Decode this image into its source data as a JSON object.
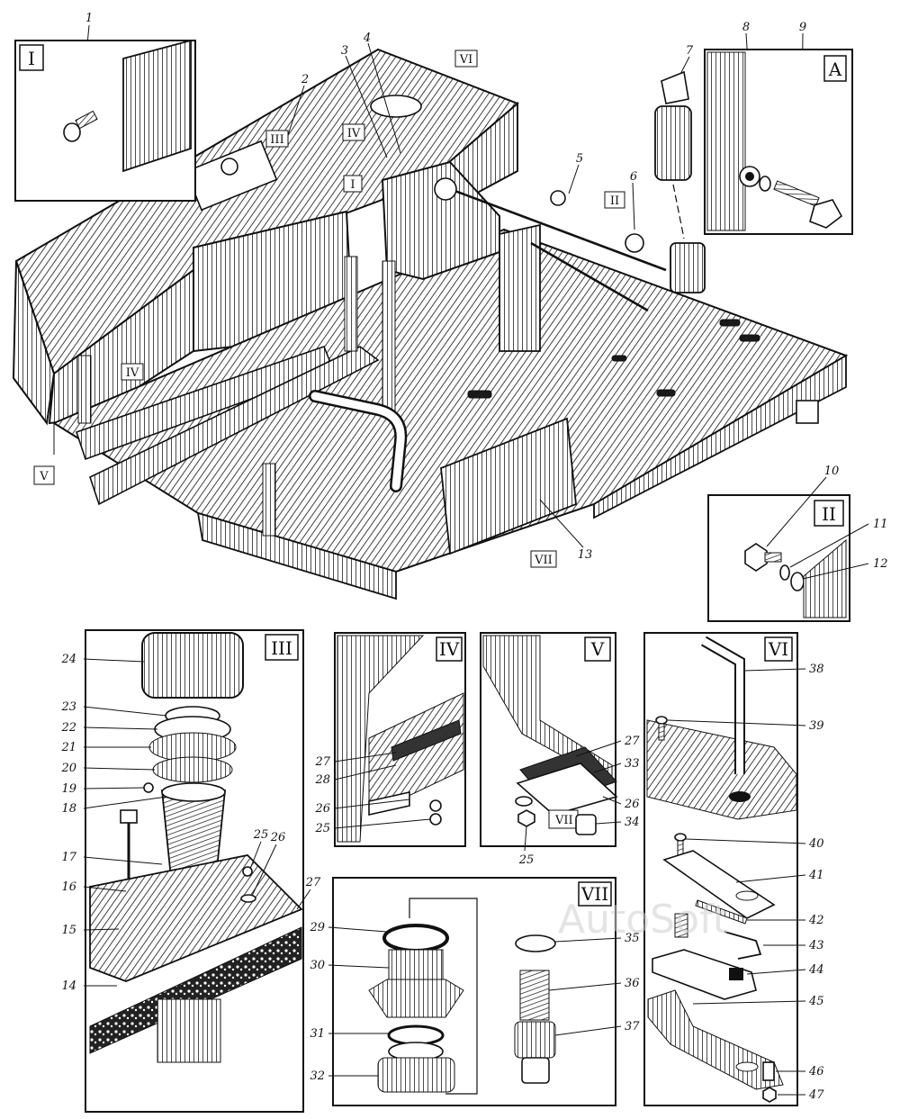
{
  "watermark": "AutoSoft",
  "callouts": [
    "1",
    "2",
    "3",
    "4",
    "5",
    "6",
    "7",
    "8",
    "9",
    "10",
    "11",
    "12",
    "13",
    "14",
    "15",
    "16",
    "17",
    "18",
    "19",
    "20",
    "21",
    "22",
    "23",
    "24",
    "25",
    "26",
    "27",
    "28",
    "29",
    "30",
    "31",
    "32",
    "33",
    "34",
    "35",
    "36",
    "37",
    "38",
    "39",
    "40",
    "41",
    "42",
    "43",
    "44",
    "45",
    "46",
    "47"
  ],
  "inset_titles": {
    "I": "I",
    "A": "A",
    "II": "II",
    "III": "III",
    "IV": "IV",
    "V": "V",
    "VI": "VI",
    "VII": "VII"
  },
  "main_view_tags": {
    "t_I": "I",
    "t_II": "II",
    "t_III": "III",
    "t_IV_top": "IV",
    "t_IV_left": "IV",
    "t_V": "V",
    "t_VI": "VI",
    "t_VII": "VII",
    "t_VII_small": "VII"
  },
  "colors": {
    "ink": "#111111",
    "paper": "#ffffff",
    "watermark": "#cfcfcf"
  }
}
